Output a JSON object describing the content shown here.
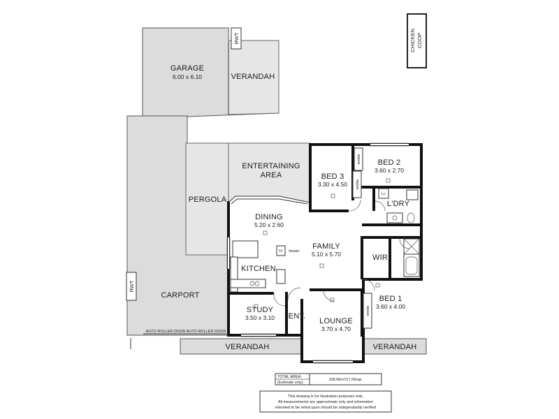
{
  "garage": {
    "name": "GARAGE",
    "dims": "6.00 x 6.10"
  },
  "rwt_top": "RWT",
  "verandah_top": "VERANDAH",
  "chicken_coop": [
    "CHICKEN",
    "COOP"
  ],
  "entertaining": [
    "ENTERTAINING",
    "AREA"
  ],
  "pergola": "PERGOLA",
  "carport": "CARPORT",
  "rwt_left": "RWT",
  "auto_door": "AUTO ROLLER DOOR  AUTO ROLLER DOOR",
  "dining": {
    "name": "DINING",
    "dims": "5.20 x 2.60"
  },
  "family": {
    "name": "FAMILY",
    "dims": "5.10 x 5.70"
  },
  "kitchen": "KITCHEN",
  "fr": "Fr",
  "heater": "heater",
  "study": {
    "name": "STUDY",
    "dims": "3.50 x 3.10"
  },
  "entry": "ENT.",
  "lounge": {
    "name": "LOUNGE",
    "dims": "3.70 x 4.70"
  },
  "bed1": {
    "name": "BED 1",
    "dims": "3.60 x 4.00"
  },
  "bed2": {
    "name": "BED 2",
    "dims": "3.60 x 2.70"
  },
  "bed3": {
    "name": "BED 3",
    "dims": "3.30 x 4.50"
  },
  "wir": "WIR",
  "ldry": "L'DRY",
  "wrobe": "wrobe",
  "lc": "Lc",
  "verandah_bottom_left": "VERANDAH",
  "verandah_bottom_right": "VERANDAH",
  "area_table": {
    "label": "TOTAL AREA:",
    "note": "(Estimate only)",
    "value": "158.96m²/17.09sqs"
  },
  "disclaimer": [
    "This drawing is for illustration purposes only.",
    "All measurements are approximate only and information",
    "intended to be relied upon should be independantly verified"
  ]
}
